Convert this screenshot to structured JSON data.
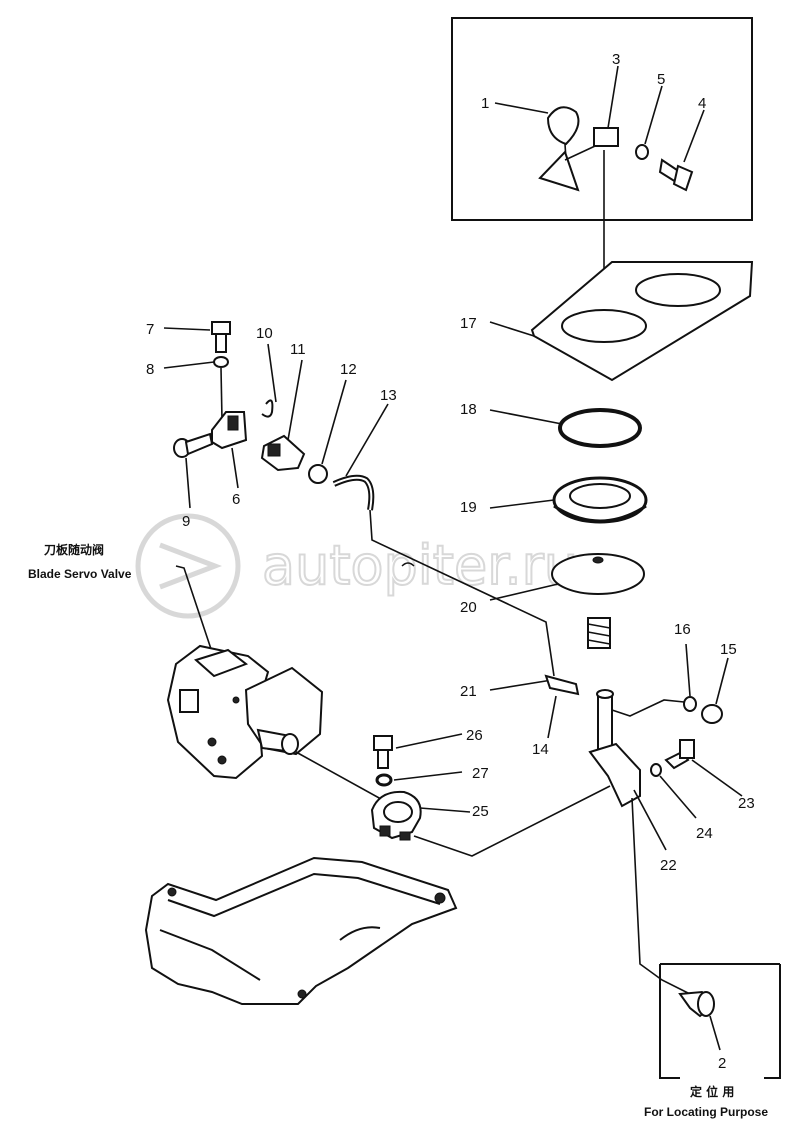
{
  "diagram": {
    "watermark": "autopiter.ru",
    "callouts": {
      "p1": "1",
      "p2": "2",
      "p3": "3",
      "p4": "4",
      "p5": "5",
      "p6": "6",
      "p7": "7",
      "p8": "8",
      "p9": "9",
      "p10": "10",
      "p11": "11",
      "p12": "12",
      "p13": "13",
      "p14": "14",
      "p15": "15",
      "p16": "16",
      "p17": "17",
      "p18": "18",
      "p19": "19",
      "p20": "20",
      "p21": "21",
      "p22": "22",
      "p23": "23",
      "p24": "24",
      "p25": "25",
      "p26": "26",
      "p27": "27"
    },
    "blade_servo_valve_cn": "刀板随动阀",
    "blade_servo_valve_en": "Blade Servo Valve",
    "locating_purpose_cn": "定 位 用",
    "locating_purpose_en": "For Locating Purpose"
  }
}
